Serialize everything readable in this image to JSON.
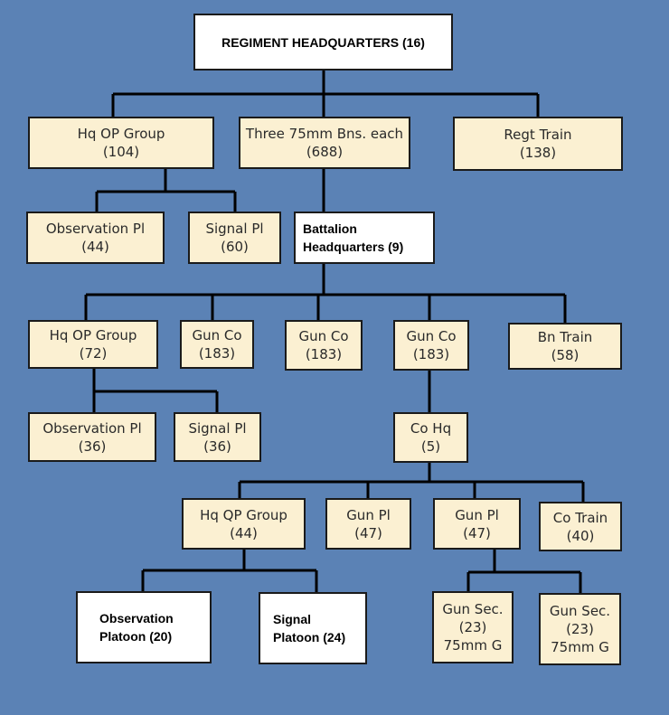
{
  "org_chart": {
    "regiment_hq": {
      "line1": "REGIMENT HEADQUARTERS  (16)"
    },
    "regt_hq_op_group": {
      "line1": "Hq OP Group",
      "line2": "(104)"
    },
    "battalions": {
      "line1": "Three 75mm Bns. each",
      "line2": "(688)"
    },
    "regt_train": {
      "line1": "Regt Train",
      "line2": "(138)"
    },
    "regt_observation_pl": {
      "line1": "Observation Pl",
      "line2": "(44)"
    },
    "regt_signal_pl": {
      "line1": "Signal Pl",
      "line2": "(60)"
    },
    "battalion_hq": {
      "line1": "Battalion",
      "line2": "Headquarters (9)"
    },
    "bn_hq_op_group": {
      "line1": "Hq OP Group",
      "line2": "(72)"
    },
    "gun_co_1": {
      "line1": "Gun Co",
      "line2": "(183)"
    },
    "gun_co_2": {
      "line1": "Gun Co",
      "line2": "(183)"
    },
    "gun_co_3": {
      "line1": "Gun Co",
      "line2": "(183)"
    },
    "bn_train": {
      "line1": "Bn Train",
      "line2": "(58)"
    },
    "bn_observation_pl": {
      "line1": "Observation Pl",
      "line2": "(36)"
    },
    "bn_signal_pl": {
      "line1": "Signal Pl",
      "line2": "(36)"
    },
    "co_hq": {
      "line1": "Co Hq",
      "line2": "(5)"
    },
    "co_hq_op_group": {
      "line1": "Hq QP Group",
      "line2": "(44)"
    },
    "gun_pl_1": {
      "line1": "Gun Pl",
      "line2": "(47)"
    },
    "gun_pl_2": {
      "line1": "Gun Pl",
      "line2": "(47)"
    },
    "co_train": {
      "line1": "Co Train",
      "line2": "(40)"
    },
    "observation_platoon": {
      "line1": "Observation",
      "line2": "Platoon (20)"
    },
    "signal_platoon": {
      "line1": "Signal",
      "line2": "Platoon (24)"
    },
    "gun_sec_1": {
      "line1": "Gun Sec.",
      "line2": "(23)",
      "line3": "75mm  G"
    },
    "gun_sec_2": {
      "line1": "Gun Sec.",
      "line2": "(23)",
      "line3": "75mm  G"
    }
  },
  "colors": {
    "background": "#5b82b5",
    "box_fill": "#fbf0d2",
    "box_fill_white": "#ffffff",
    "line": "#000000"
  }
}
